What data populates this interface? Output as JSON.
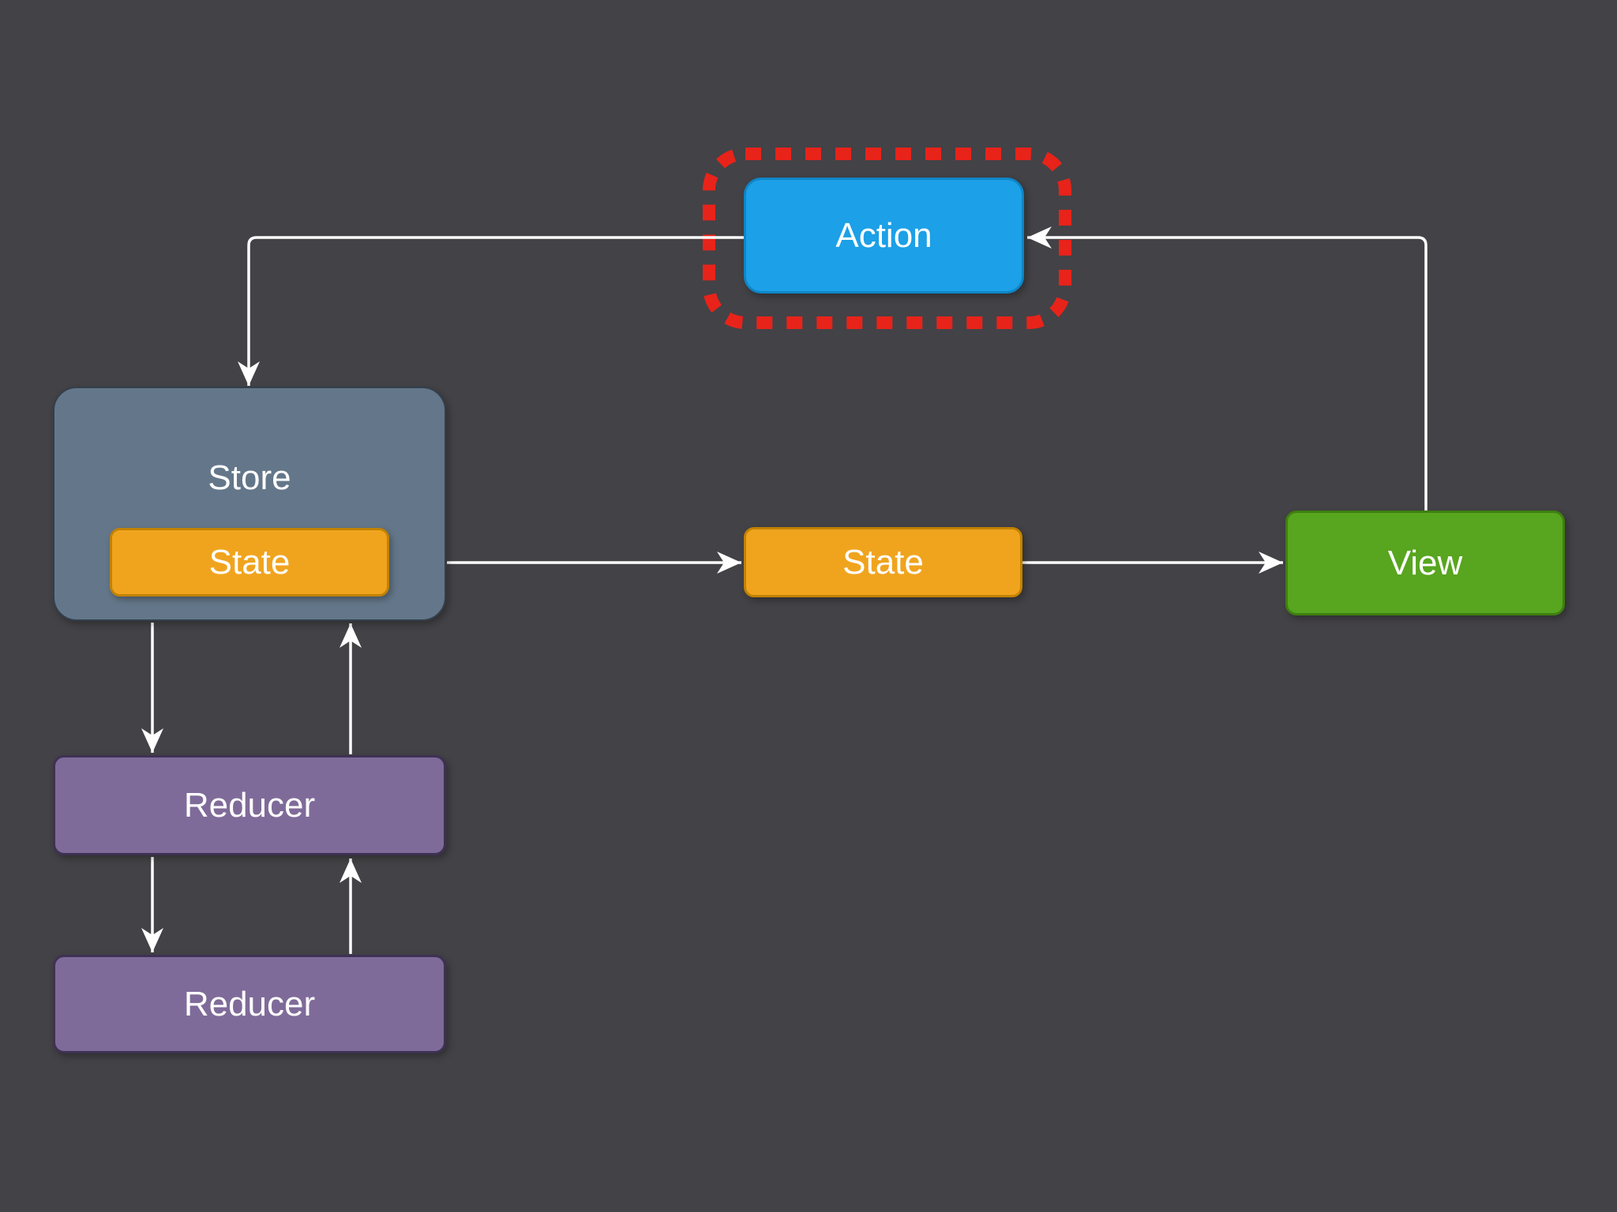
{
  "diagram": {
    "background_color": "#434246",
    "connector_color": "#FFFFFF",
    "nodes": {
      "action": {
        "label": "Action",
        "fill": "#1CA0E7",
        "border": "#0E86C8",
        "text_color": "#FFFFFF"
      },
      "store": {
        "label": "Store",
        "fill": "#64778A",
        "border": "#333F4C",
        "text_color": "#FFFFFF"
      },
      "store_state": {
        "label": "State",
        "fill": "#F0A41E",
        "border": "#C28200",
        "text_color": "#FFFFFF"
      },
      "state": {
        "label": "State",
        "fill": "#F0A41E",
        "border": "#C28200",
        "text_color": "#FFFFFF"
      },
      "view": {
        "label": "View",
        "fill": "#58A51F",
        "border": "#3F7E10",
        "text_color": "#FFFFFF"
      },
      "reducer_top": {
        "label": "Reducer",
        "fill": "#7F6B99",
        "border": "#3E3154",
        "text_color": "#FFFFFF"
      },
      "reducer_bottom": {
        "label": "Reducer",
        "fill": "#7F6B99",
        "border": "#3E3154",
        "text_color": "#FFFFFF"
      }
    },
    "highlight": {
      "target": "action",
      "style": "dashed-rounded-rectangle",
      "color": "#E8231A"
    },
    "edges": [
      {
        "from": "action",
        "to": "store"
      },
      {
        "from": "store_state",
        "to": "state"
      },
      {
        "from": "state",
        "to": "view"
      },
      {
        "from": "view",
        "to": "action"
      },
      {
        "from": "store",
        "to": "reducer_top"
      },
      {
        "from": "reducer_top",
        "to": "store"
      },
      {
        "from": "reducer_top",
        "to": "reducer_bottom"
      },
      {
        "from": "reducer_bottom",
        "to": "reducer_top"
      }
    ]
  }
}
